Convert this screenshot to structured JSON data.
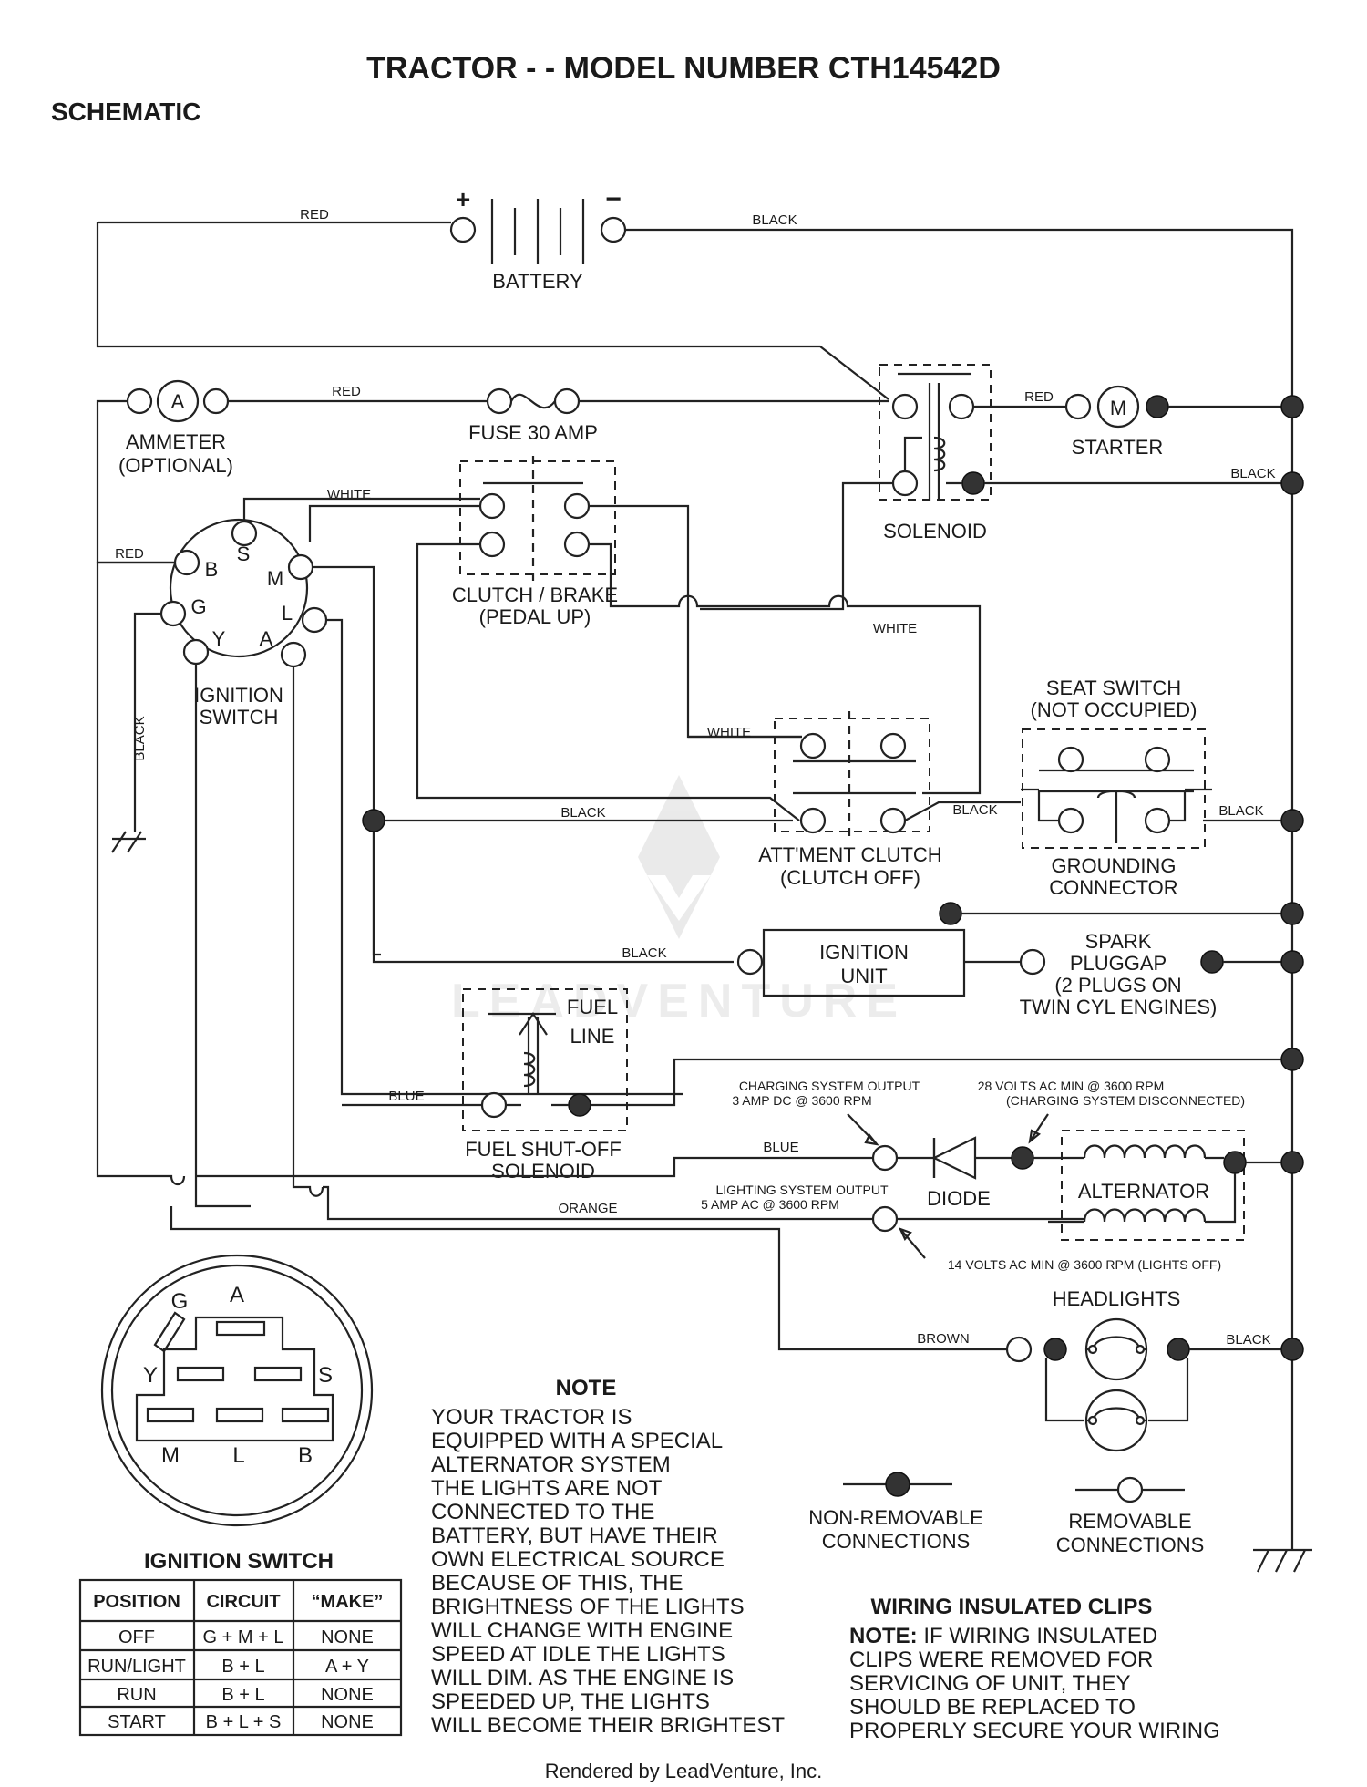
{
  "title": "TRACTOR - - MODEL NUMBER CTH14542D",
  "subtitle": "SCHEMATIC",
  "components": {
    "battery": "BATTERY",
    "battery_plus": "+",
    "battery_minus": "−",
    "ammeter_symbol": "A",
    "ammeter_1": "AMMETER",
    "ammeter_2": "(OPTIONAL)",
    "fuse": "FUSE 30 AMP",
    "solenoid": "SOLENOID",
    "starter_symbol": "M",
    "starter": "STARTER",
    "clutch_brake_1": "CLUTCH / BRAKE",
    "clutch_brake_2": "(PEDAL UP)",
    "ignition_switch_1": "IGNITION",
    "ignition_switch_2": "SWITCH",
    "attment_clutch_1": "ATT'MENT CLUTCH",
    "attment_clutch_2": "(CLUTCH OFF)",
    "seat_switch_1": "SEAT SWITCH",
    "seat_switch_2": "(NOT OCCUPIED)",
    "grounding_1": "GROUNDING",
    "grounding_2": "CONNECTOR",
    "ignition_unit_1": "IGNITION",
    "ignition_unit_2": "UNIT",
    "spark_1": "SPARK",
    "spark_2": "PLUGGAP",
    "spark_3": "(2 PLUGS ON",
    "spark_4": "TWIN CYL  ENGINES)",
    "fuel_line_1": "FUEL",
    "fuel_line_2": "LINE",
    "fuel_shutoff_1": "FUEL SHUT-OFF",
    "fuel_shutoff_2": "SOLENOID",
    "diode": "DIODE",
    "alternator": "ALTERNATOR",
    "headlights": "HEADLIGHTS"
  },
  "switch_terminals": {
    "B": "B",
    "S": "S",
    "M": "M",
    "G": "G",
    "L": "L",
    "Y": "Y",
    "A": "A"
  },
  "wire_colors": {
    "red": "RED",
    "black": "BLACK",
    "white": "WHITE",
    "blue": "BLUE",
    "orange": "ORANGE",
    "brown": "BROWN"
  },
  "measurements": {
    "charging_output_1": "CHARGING SYSTEM OUTPUT",
    "charging_output_2": "3 AMP DC @ 3600 RPM",
    "volts28_1": "28 VOLTS AC MIN  @ 3600 RPM",
    "volts28_2": "(CHARGING SYSTEM DISCONNECTED)",
    "lighting_output_1": "LIGHTING SYSTEM OUTPUT",
    "lighting_output_2": "5 AMP AC @ 3600 RPM",
    "volts14": "14 VOLTS AC MIN  @ 3600 RPM (LIGHTS OFF)"
  },
  "legend": {
    "non_removable_1": "NON-REMOVABLE",
    "non_removable_2": "CONNECTIONS",
    "removable_1": "REMOVABLE",
    "removable_2": "CONNECTIONS"
  },
  "switch_table": {
    "title": "IGNITION SWITCH",
    "headers": [
      "POSITION",
      "CIRCUIT",
      "“MAKE”"
    ],
    "rows": [
      [
        "OFF",
        "G + M + L",
        "NONE"
      ],
      [
        "RUN/LIGHT",
        "B + L",
        "A + Y"
      ],
      [
        "RUN",
        "B + L",
        "NONE"
      ],
      [
        "START",
        "B + L + S",
        "NONE"
      ]
    ]
  },
  "note": {
    "heading": "NOTE",
    "lines": [
      "YOUR TRACTOR IS",
      "EQUIPPED WITH A SPECIAL",
      "ALTERNATOR SYSTEM",
      "THE LIGHTS ARE NOT",
      "CONNECTED TO THE",
      "BATTERY, BUT HAVE THEIR",
      "OWN ELECTRICAL SOURCE",
      "BECAUSE OF THIS, THE",
      "BRIGHTNESS OF THE LIGHTS",
      "WILL CHANGE WITH ENGINE",
      "SPEED   AT IDLE THE LIGHTS",
      "WILL DIM.  AS THE ENGINE IS",
      "SPEEDED UP, THE LIGHTS",
      "WILL BECOME THEIR BRIGHTEST"
    ]
  },
  "clips": {
    "heading": "WIRING INSULATED CLIPS",
    "note_label": "NOTE:",
    "lines": [
      " IF WIRING INSULATED",
      "CLIPS WERE REMOVED FOR",
      "SERVICING OF UNIT, THEY",
      "SHOULD BE REPLACED TO",
      "PROPERLY SECURE YOUR WIRING"
    ]
  },
  "watermark": "LEADVENTURE",
  "footer": "Rendered by LeadVenture, Inc."
}
